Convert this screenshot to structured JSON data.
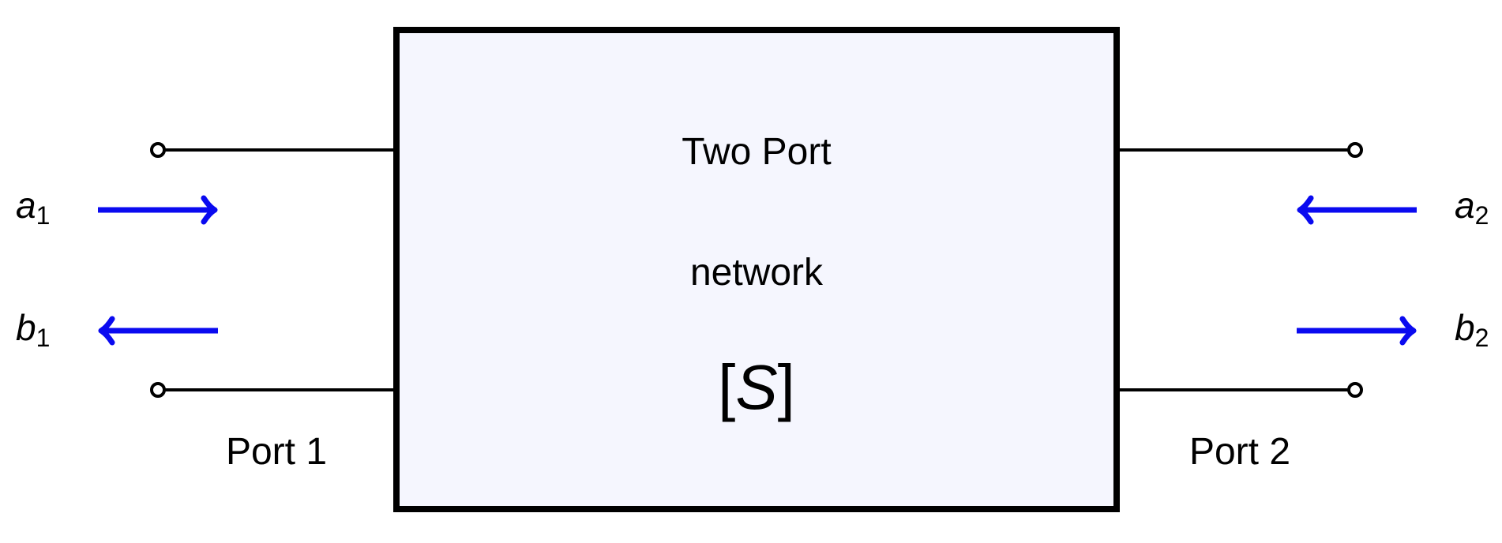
{
  "network": {
    "line1": "Two Port",
    "line2": "network",
    "matrix_open": "[",
    "matrix_symbol": "S",
    "matrix_close": "]",
    "fill_color": "#f5f6fe",
    "border_color": "#000000"
  },
  "port1": {
    "label": "Port 1",
    "incident": {
      "symbol": "a",
      "subscript": "1"
    },
    "reflected": {
      "symbol": "b",
      "subscript": "1"
    }
  },
  "port2": {
    "label": "Port 2",
    "incident": {
      "symbol": "a",
      "subscript": "2"
    },
    "reflected": {
      "symbol": "b",
      "subscript": "2"
    }
  },
  "colors": {
    "wave_arrow": "#0a0af0",
    "wire": "#000000"
  }
}
